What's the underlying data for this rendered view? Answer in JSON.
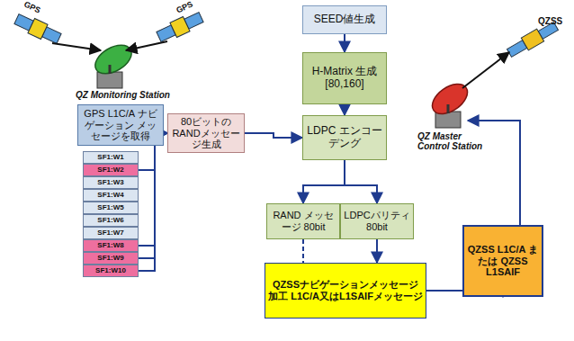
{
  "diagram": {
    "nodes": [
      {
        "text": [
          "SEED値生成"
        ]
      },
      {
        "text": [
          "GPS L1C/A ナビゲーション メッセージを取得"
        ]
      },
      {
        "text": [
          "80ビットの RANDメッセージ生成"
        ]
      },
      {
        "text": [
          "H-Matrix 生成 [80,160]"
        ]
      },
      {
        "text": [
          "LDPC エンコーデング"
        ]
      },
      {
        "text": [
          "SF1:W1"
        ]
      },
      {
        "text": [
          "SF1:W2"
        ]
      },
      {
        "text": [
          "SF1:W3"
        ]
      },
      {
        "text": [
          "SF1:W4"
        ]
      },
      {
        "text": [
          "SF1:W5"
        ]
      },
      {
        "text": [
          "SF1:W6"
        ]
      },
      {
        "text": [
          "SF1:W7"
        ]
      },
      {
        "text": [
          "SF1:W8"
        ]
      },
      {
        "text": [
          "SF1:W9"
        ]
      },
      {
        "text": [
          "SF1:W10"
        ]
      },
      {
        "text": [
          "RAND メッセージ 80bit"
        ]
      },
      {
        "text": [
          "LDPCパリティ 80bit"
        ]
      },
      {
        "text": [
          "QZSSナビゲーションメッセージ 加工 L1C/A又はL1SAIFメッセージ"
        ]
      },
      {
        "text": [
          "QZSS L1C/A または QZSS L1SAIF"
        ]
      }
    ],
    "edges": [
      {
        "from": 6,
        "to": 2,
        "arrow": "to"
      },
      {
        "from": 12,
        "to": 2,
        "arrow": "to"
      },
      {
        "from": 13,
        "to": 2,
        "arrow": "to"
      },
      {
        "from": 14,
        "to": 2,
        "arrow": "to"
      },
      {
        "from": 2,
        "to": 4,
        "arrow": "to"
      },
      {
        "from": 0,
        "to": 3,
        "arrow": "to"
      },
      {
        "from": 3,
        "to": 4,
        "arrow": "to"
      },
      {
        "from": 4,
        "to": 15,
        "arrow": "to"
      },
      {
        "from": 4,
        "to": 16,
        "arrow": "to"
      },
      {
        "from": 15,
        "to": 17,
        "arrow": "none"
      },
      {
        "from": 16,
        "to": 17,
        "arrow": "to"
      },
      {
        "from": 17,
        "to": 18,
        "arrow": "to"
      }
    ],
    "labels": [
      "GPS",
      "GPS",
      "QZSS",
      "QZ Monitoring Station",
      "QZ Master Control Station"
    ]
  }
}
